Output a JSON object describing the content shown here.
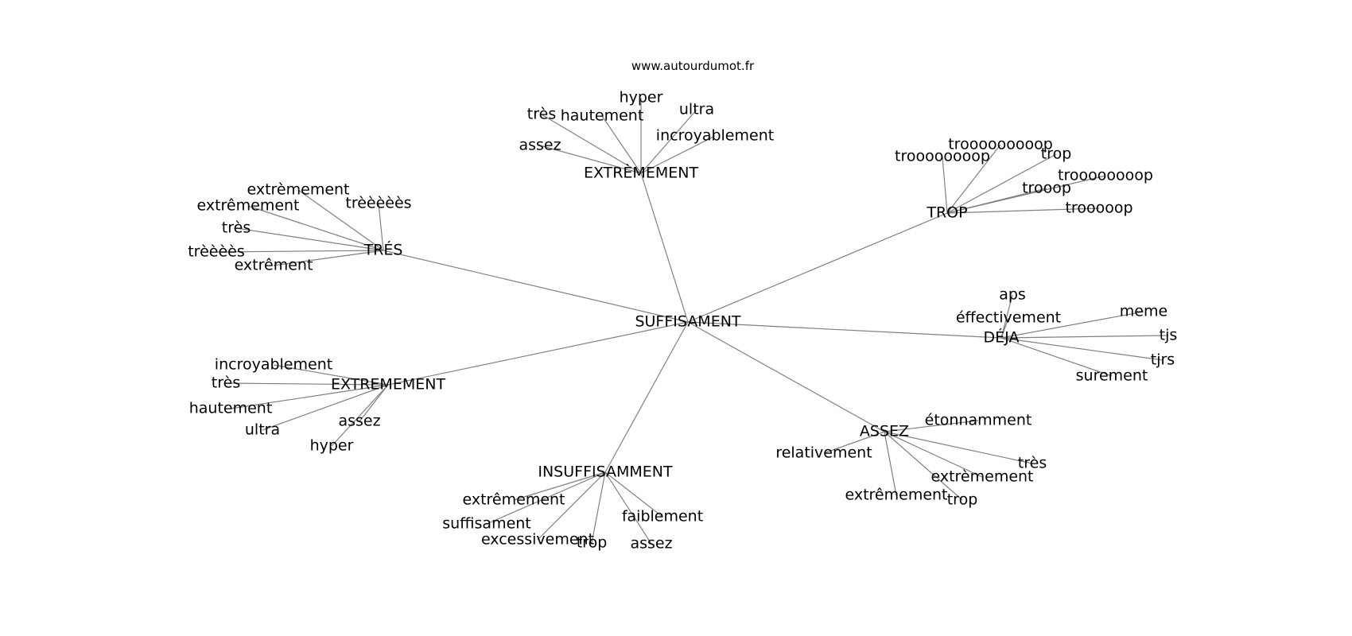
{
  "credit": "www.autourdumot.fr",
  "graph": {
    "center": "SUFFISAMENT",
    "branches": [
      {
        "label": "TRÉS",
        "leaves": [
          "extrèmement",
          "trèèèèès",
          "extrêmement",
          "très",
          "trèèèès",
          "extrêment"
        ]
      },
      {
        "label": "EXTRÈMEMENT",
        "leaves": [
          "hyper",
          "ultra",
          "très",
          "hautement",
          "incroyablement",
          "assez"
        ]
      },
      {
        "label": "TROP",
        "leaves": [
          "trooooooooop",
          "troooooooop",
          "trop",
          "troooooooop",
          "trooop",
          "trooooop"
        ]
      },
      {
        "label": "DÉJA",
        "leaves": [
          "aps",
          "éffectivement",
          "meme",
          "tjs",
          "tjrs",
          "surement"
        ]
      },
      {
        "label": "ASSEZ",
        "leaves": [
          "étonnamment",
          "relativement",
          "très",
          "extrèmement",
          "extrêmement",
          "trop"
        ]
      },
      {
        "label": "INSUFFISAMMENT",
        "leaves": [
          "extrêmement",
          "suffisament",
          "faiblement",
          "excessivement",
          "trop",
          "assez"
        ]
      },
      {
        "label": "EXTREMEMENT",
        "leaves": [
          "incroyablement",
          "très",
          "hautement",
          "assez",
          "ultra",
          "hyper"
        ]
      }
    ]
  }
}
